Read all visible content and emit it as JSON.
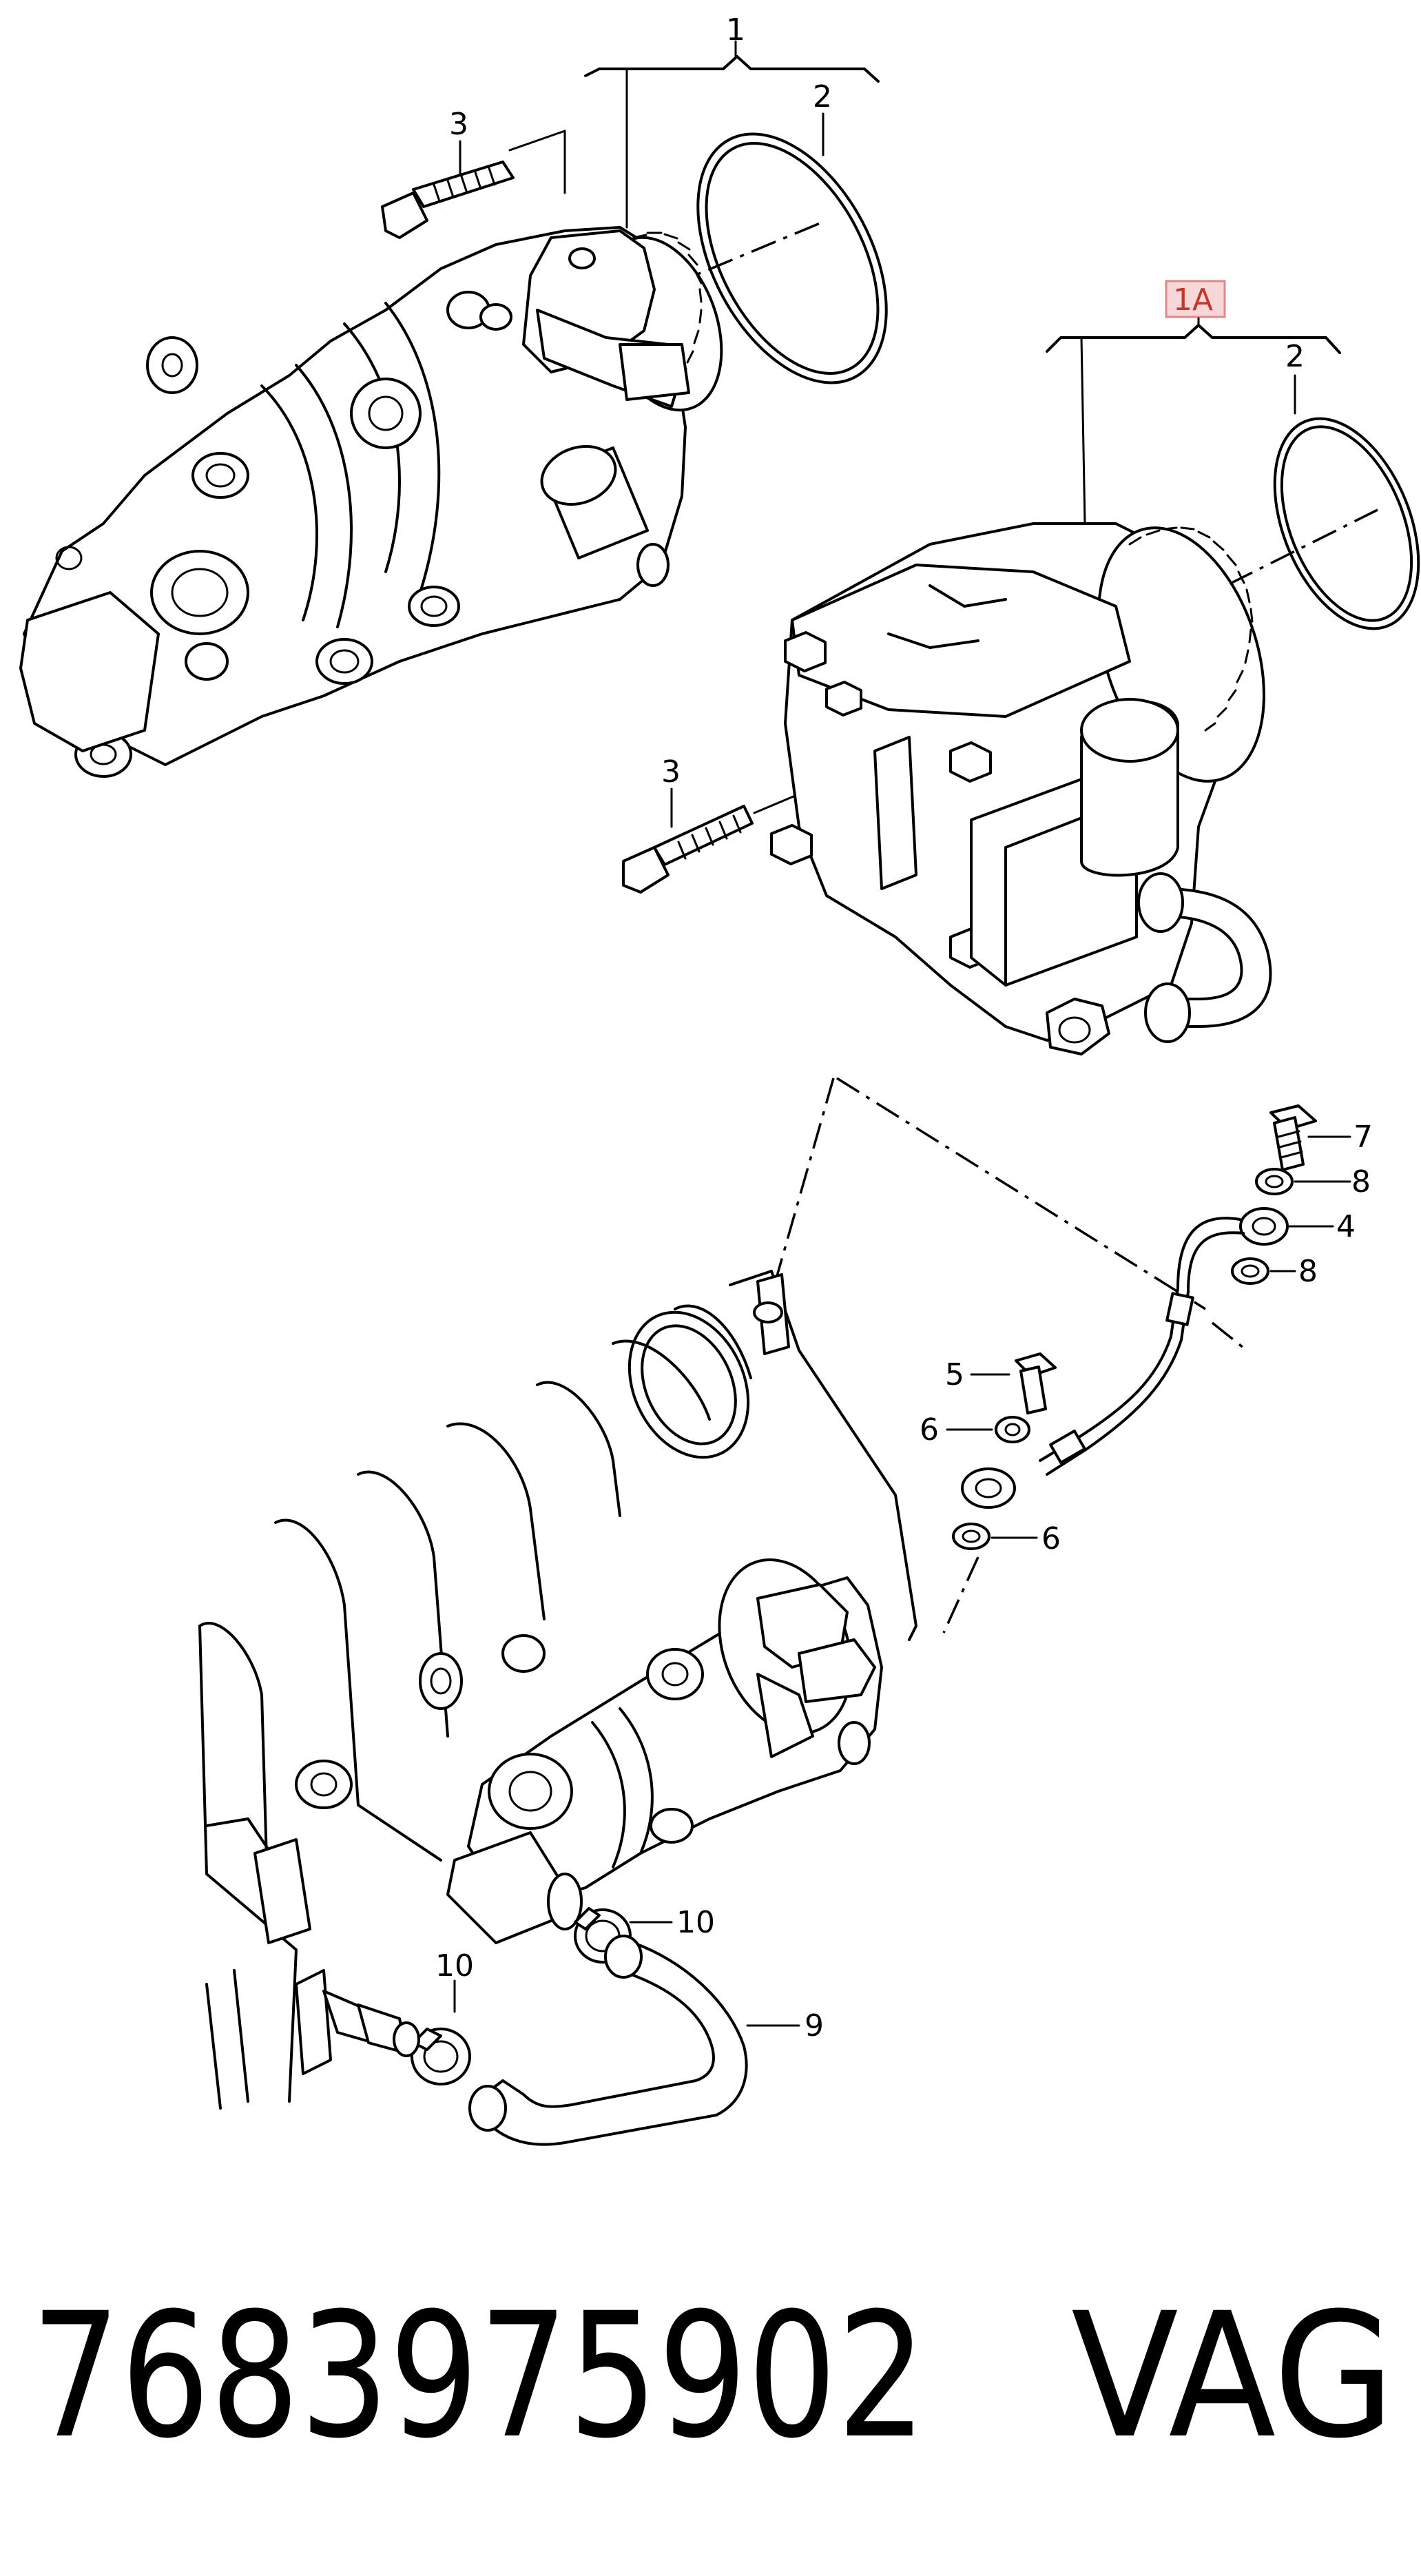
{
  "callouts": {
    "c1": "1",
    "c2_top": "2",
    "c3_top": "3",
    "c1A": "1A",
    "c2_right": "2",
    "c3_mid": "3",
    "c7": "7",
    "c8_a": "8",
    "c4": "4",
    "c8_b": "8",
    "c5": "5",
    "c6_a": "6",
    "c6_b": "6",
    "c10_a": "10",
    "c10_b": "10",
    "c9": "9"
  },
  "footer": {
    "part_number": "7683975902",
    "brand": "VAG"
  },
  "colors": {
    "line": "#000000",
    "highlight_box_fill": "#f7d7d7",
    "highlight_box_stroke": "#d98a8a",
    "highlight_text": "#c0392b"
  }
}
